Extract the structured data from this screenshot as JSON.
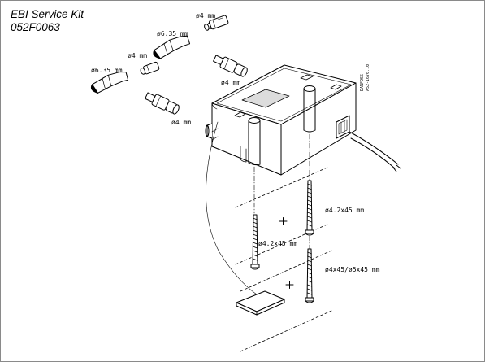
{
  "title": {
    "line1": "EBI Service Kit",
    "line2": "052F0063"
  },
  "labels": {
    "d4_top": "ø4 mm",
    "d635_top": "ø6.35 mm",
    "d4_mid": "ø4 mm",
    "d635_left": "ø6.35 mm",
    "d4_right": "ø4 mm",
    "d4_bottom": "ø4 mm",
    "screw_42_right": "ø4.2x45 mm",
    "screw_42_left": "ø4.2x45 mm",
    "screw_4_5": "ø4x45/ø5x45 mm",
    "code_line1": "DANFOSS",
    "code_line2": "A52-1670.10"
  }
}
